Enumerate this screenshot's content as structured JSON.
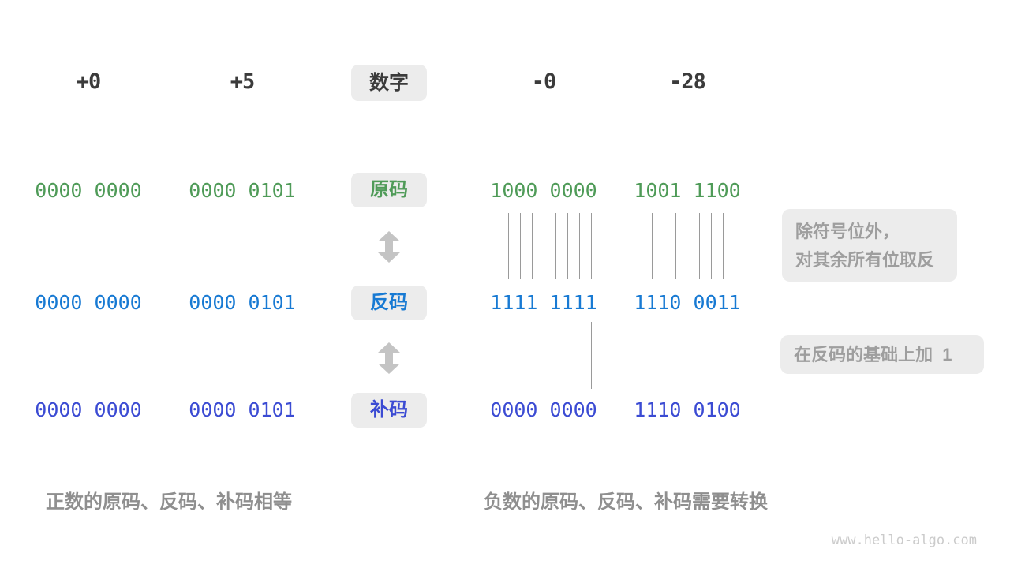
{
  "header": {
    "badge": "数字",
    "numbers": [
      "+0",
      "+5",
      "-0",
      "-28"
    ]
  },
  "rows": [
    {
      "id": "sign-magnitude",
      "badge": "原码",
      "color": "#4f9b58",
      "values": [
        "0000 0000",
        "0000 0101",
        "1000 0000",
        "1001 1100"
      ]
    },
    {
      "id": "ones-complement",
      "badge": "反码",
      "color": "#187ad3",
      "values": [
        "0000 0000",
        "0000 0101",
        "1111 1111",
        "1110 0011"
      ]
    },
    {
      "id": "twos-complement",
      "badge": "补码",
      "color": "#3b4bd3",
      "values": [
        "0000 0000",
        "0000 0101",
        "0000 0000",
        "1110 0100"
      ]
    }
  ],
  "annotations": {
    "invert_line1": "除符号位外，",
    "invert_line2": "对其余所有位取反",
    "add_one": "在反码的基础上加  1"
  },
  "captions": {
    "positive": "正数的原码、反码、补码相等",
    "negative": "负数的原码、反码、补码需要转换"
  },
  "watermark": "www.hello-algo.com",
  "colors": {
    "sign_magnitude_green": "#4f9b58",
    "ones_complement_blue": "#187ad3",
    "twos_complement_indigo": "#3b4bd3",
    "badge_background": "#ececec",
    "dark_text": "#3b3b3b",
    "caption_gray": "#8f8f8f",
    "annotation_gray": "#9e9e9e",
    "arrow_gray": "#c4c4c4",
    "connector_line_gray": "#9a9a9a",
    "watermark_gray": "#cbcbcb"
  }
}
